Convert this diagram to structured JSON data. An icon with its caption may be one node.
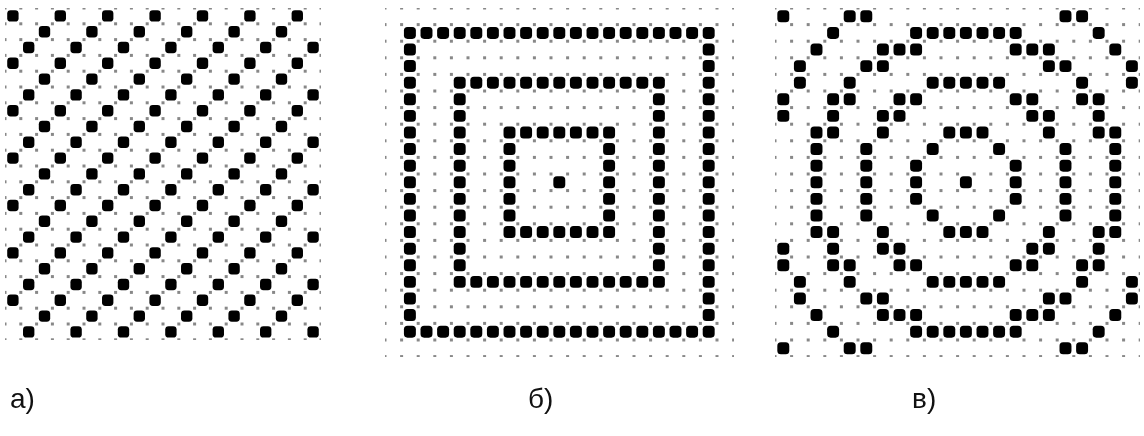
{
  "diagram": {
    "labels": [
      "а)",
      "б)",
      "в)"
    ]
  }
}
